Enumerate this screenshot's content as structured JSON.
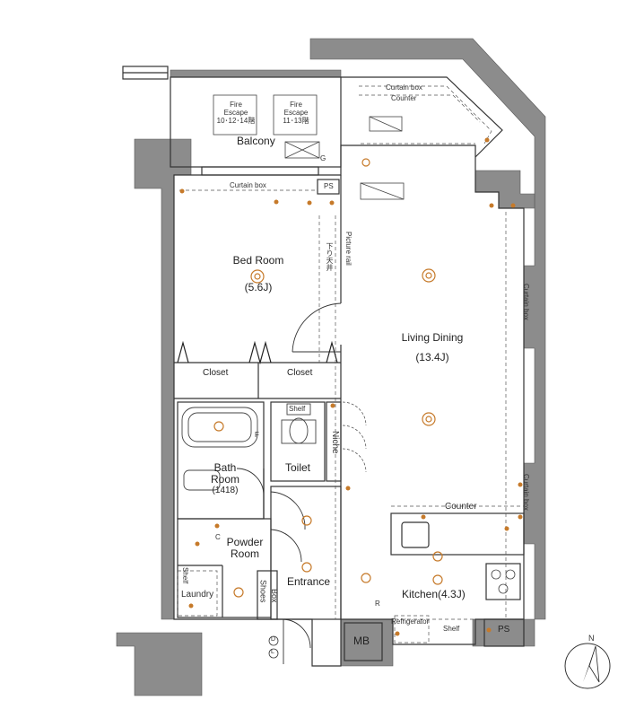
{
  "rooms": {
    "balcony": "Balcony",
    "bedroom_name": "Bed Room",
    "bedroom_size": "(5.6J)",
    "living_name": "Living Dining",
    "living_size": "(13.4J)",
    "bath_name_1": "Bath",
    "bath_name_2": "Room",
    "bath_size": "(1418)",
    "toilet": "Toilet",
    "powder_1": "Powder",
    "powder_2": "Room",
    "entrance": "Entrance",
    "kitchen": "Kitchen(4.3J)",
    "laundry": "Laundry"
  },
  "fixtures": {
    "fire_escape_1_line1": "Fire",
    "fire_escape_1_line2": "Escape",
    "fire_escape_1_floors": "10･12･14階",
    "fire_escape_2_line1": "Fire",
    "fire_escape_2_line2": "Escape",
    "fire_escape_2_floors": "11･13階",
    "curtain_box_top": "Curtain box",
    "counter_top": "Counter",
    "curtain_box_bedroom": "Curtain box",
    "curtain_box_right_1": "Curtain box",
    "curtain_box_right_2": "Curtain box",
    "picture_rail": "Picture rail",
    "lowered_ceiling": "下り天井",
    "closet_1": "Closet",
    "closet_2": "Closet",
    "shelf_toilet": "Shelf",
    "niche": "Niche",
    "counter_kitchen": "Counter",
    "shoes_box_1": "Shoes",
    "shoes_box_2": "Box",
    "shelf_laundry": "Shelf",
    "refrigerator": "Refrigerator",
    "shelf_kitchen": "Shelf",
    "ps_top": "PS",
    "ps_bottom": "PS",
    "mb": "MB",
    "symbol_g": "G",
    "symbol_c": "C",
    "symbol_r": "R",
    "symbol_f": "F",
    "symbol_d": "D",
    "symbol_l": "L",
    "compass_n": "N"
  },
  "colors": {
    "wall": "#8c8c8c",
    "line": "#333333",
    "dash": "#555555",
    "fixture": "#c67a2a",
    "light_fill": "#e0e0e0"
  }
}
